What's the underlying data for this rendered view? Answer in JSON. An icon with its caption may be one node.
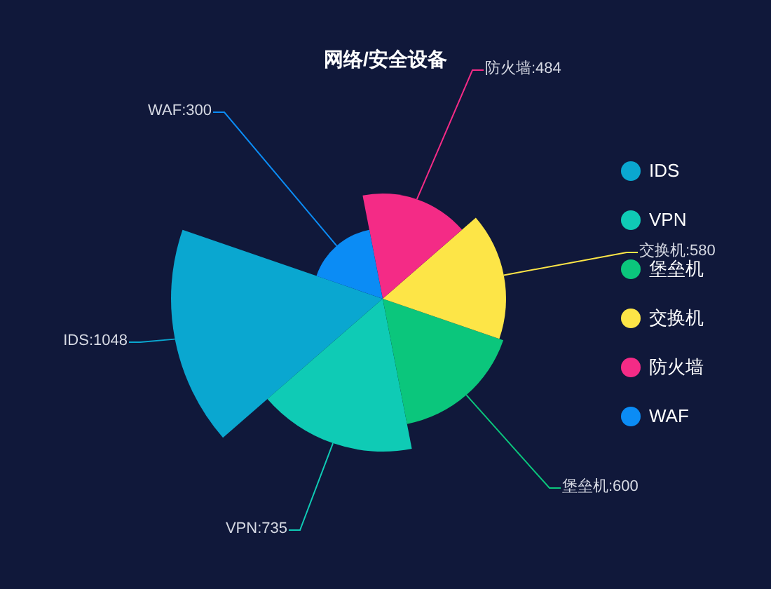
{
  "diagram": {
    "title": "网络/安全设备",
    "nodes": [
      {
        "text": [
          "IDS:1048"
        ]
      },
      {
        "text": [
          "VPN:735"
        ]
      },
      {
        "text": [
          "堡垒机:600"
        ]
      },
      {
        "text": [
          "交换机:580"
        ]
      },
      {
        "text": [
          "防火墙:484"
        ]
      },
      {
        "text": [
          "WAF:300"
        ]
      },
      {
        "text": [],
        "shape": "wedge"
      },
      {
        "text": [],
        "shape": "wedge"
      },
      {
        "text": [],
        "shape": "wedge"
      },
      {
        "text": [],
        "shape": "wedge"
      },
      {
        "text": [],
        "shape": "wedge"
      },
      {
        "text": [],
        "shape": "wedge"
      }
    ],
    "edges": [
      {
        "from": 0,
        "to": 6,
        "arrow": "none",
        "color": "#0aa7d0"
      },
      {
        "from": 1,
        "to": 7,
        "arrow": "none",
        "color": "#0fcbb5"
      },
      {
        "from": 2,
        "to": 8,
        "arrow": "none",
        "color": "#0bc67c"
      },
      {
        "from": 3,
        "to": 9,
        "arrow": "none",
        "color": "#fde547"
      },
      {
        "from": 4,
        "to": 10,
        "arrow": "none",
        "color": "#f42b86"
      },
      {
        "from": 5,
        "to": 11,
        "arrow": "none",
        "color": "#0b8cf5"
      }
    ],
    "legend": [
      {
        "text": "IDS",
        "color": "#0aa7d0"
      },
      {
        "text": "VPN",
        "color": "#0fcbb5"
      },
      {
        "text": "堡垒机",
        "color": "#0bc67c"
      },
      {
        "text": "交换机",
        "color": "#fde547"
      },
      {
        "text": "防火墙",
        "color": "#f42b86"
      },
      {
        "text": "WAF",
        "color": "#0b8cf5"
      }
    ]
  }
}
